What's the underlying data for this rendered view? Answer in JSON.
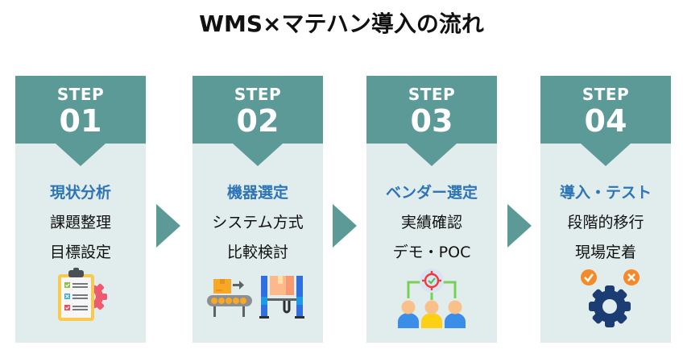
{
  "title": "WMS×マテハン導入の流れ",
  "colors": {
    "header_teal": "#5b9a97",
    "card_bg": "#e1ecec",
    "heading_blue": "#2e75b6",
    "text": "#111111"
  },
  "steps": [
    {
      "step_label": "STEP",
      "number": "01",
      "heading": "現状分析",
      "lines": [
        "課題整理",
        "目標設定"
      ],
      "icon": "clipboard-checklist-gear-icon"
    },
    {
      "step_label": "STEP",
      "number": "02",
      "heading": "機器選定",
      "lines": [
        "システム方式",
        "比較検討"
      ],
      "icon": "conveyor-forklift-icon"
    },
    {
      "step_label": "STEP",
      "number": "03",
      "heading": "ベンダー選定",
      "lines": [
        "実績確認",
        "デモ・POC"
      ],
      "icon": "target-team-icon"
    },
    {
      "step_label": "STEP",
      "number": "04",
      "heading": "導入・テスト",
      "lines": [
        "段階的移行",
        "現場定着"
      ],
      "icon": "gear-check-cross-icon"
    }
  ],
  "arrows": [
    "next-arrow-icon",
    "next-arrow-icon",
    "next-arrow-icon"
  ]
}
